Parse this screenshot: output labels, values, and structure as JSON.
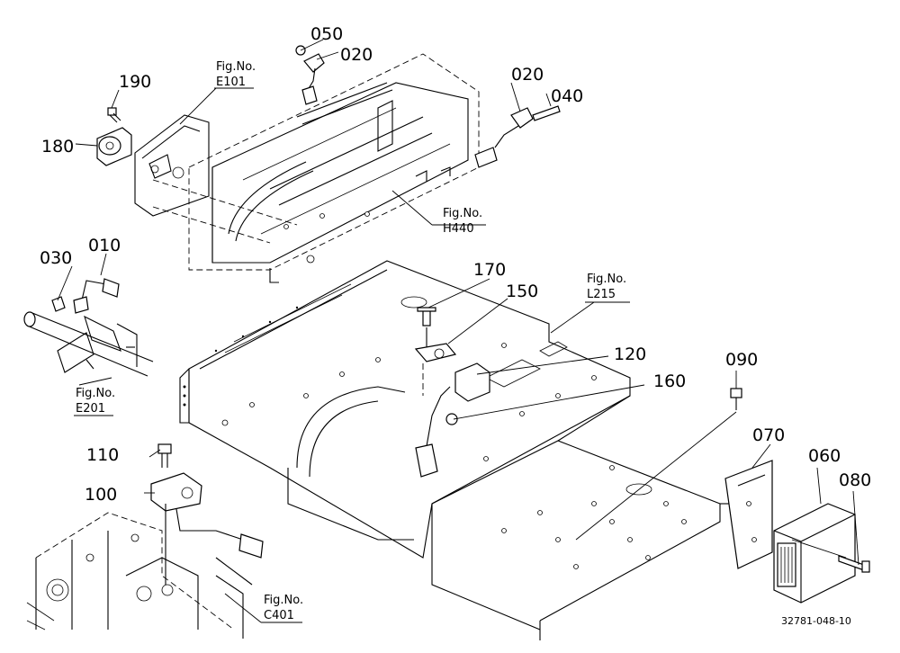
{
  "part_labels": [
    {
      "id": "p050",
      "text": "050"
    },
    {
      "id": "p020a",
      "text": "020"
    },
    {
      "id": "p020b",
      "text": "020"
    },
    {
      "id": "p040",
      "text": "040"
    },
    {
      "id": "p190",
      "text": "190"
    },
    {
      "id": "p180",
      "text": "180"
    },
    {
      "id": "p010",
      "text": "010"
    },
    {
      "id": "p030",
      "text": "030"
    },
    {
      "id": "p170",
      "text": "170"
    },
    {
      "id": "p150",
      "text": "150"
    },
    {
      "id": "p120",
      "text": "120"
    },
    {
      "id": "p160",
      "text": "160"
    },
    {
      "id": "p090",
      "text": "090"
    },
    {
      "id": "p070",
      "text": "070"
    },
    {
      "id": "p060",
      "text": "060"
    },
    {
      "id": "p080",
      "text": "080"
    },
    {
      "id": "p110",
      "text": "110"
    },
    {
      "id": "p100",
      "text": "100"
    }
  ],
  "figure_refs": [
    {
      "id": "e101",
      "caption": "Fig.No.",
      "number": "E101"
    },
    {
      "id": "h440",
      "caption": "Fig.No.",
      "number": "H440"
    },
    {
      "id": "e201",
      "caption": "Fig.No.",
      "number": "E201"
    },
    {
      "id": "l215",
      "caption": "Fig.No.",
      "number": "L215"
    },
    {
      "id": "c401",
      "caption": "Fig.No.",
      "number": "C401"
    }
  ],
  "drawing_code": "32781-048-10"
}
